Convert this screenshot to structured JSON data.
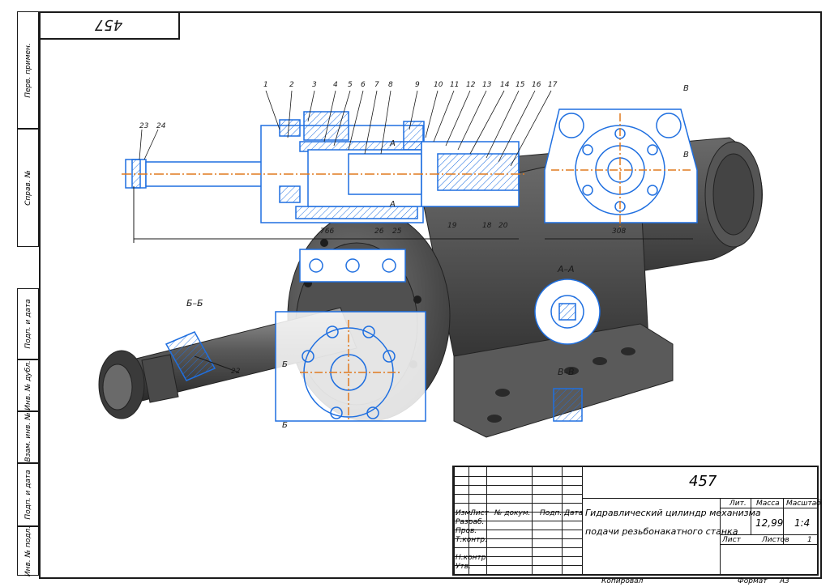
{
  "top_label": "457",
  "side_cells": [
    "Перв. примен.",
    "Справ. №",
    "Подп. и дата",
    "Инв. № дубл.",
    "Взам. инв. №",
    "Подп. и дата",
    "Инв. № подл."
  ],
  "parts_labels": [
    "1",
    "2",
    "3",
    "4",
    "5",
    "6",
    "7",
    "8",
    "9",
    "10",
    "11",
    "12",
    "13",
    "14",
    "15",
    "16",
    "17",
    "23",
    "24"
  ],
  "lower_labels": [
    "766",
    "26",
    "25",
    "19",
    "18",
    "20",
    "308",
    "22"
  ],
  "section_labels": {
    "aa": "А–А",
    "bb": "Б–Б",
    "vv": "В–В",
    "a": "А",
    "b": "Б",
    "v": "В"
  },
  "title_block": {
    "designation": "457",
    "name_line1": "Гидравлический цилиндр механизма",
    "name_line2": "подачи резьбонакатного станка",
    "lit": "Лит.",
    "mass_label": "Масса",
    "scale_label": "Масштаб",
    "mass": "12,99",
    "scale": "1:4",
    "sheet_label": "Лист",
    "sheets_label": "Листов",
    "sheets": "1",
    "cols": [
      "Изм.",
      "Лист",
      "№ докум.",
      "Подп.",
      "Дата"
    ],
    "rows": [
      "Разраб.",
      "Пров.",
      "Т.контр.",
      "Н.контр.",
      "Утв."
    ]
  },
  "footer": {
    "copied": "Копировал",
    "format_label": "Формат",
    "format": "A3"
  },
  "colors": {
    "line": "#1a1a1a",
    "blue": "#1f6fe0",
    "orange": "#e07a1f",
    "metal_dark": "#4a4a4a",
    "metal_light": "#8a8a8a"
  }
}
